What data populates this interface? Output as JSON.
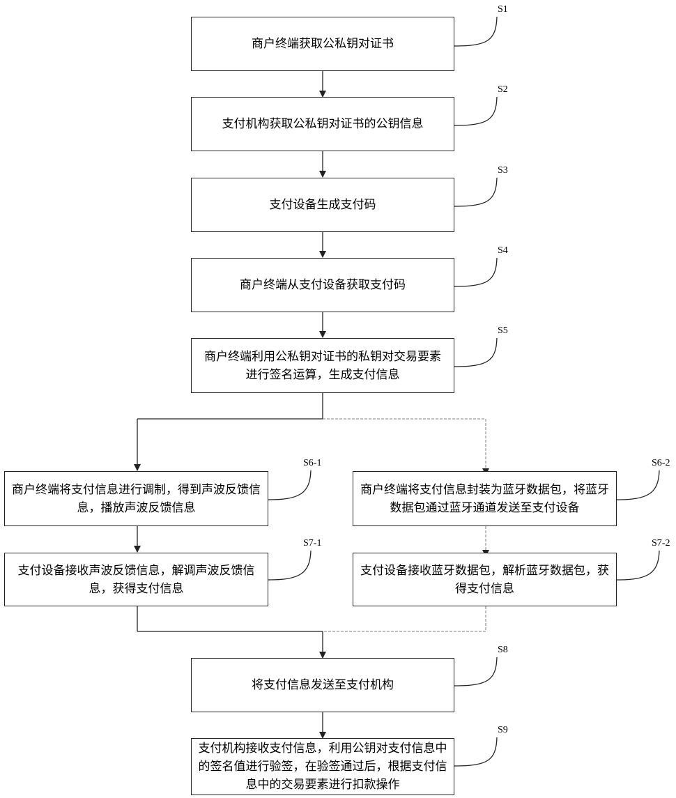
{
  "steps": [
    {
      "id": "S1",
      "text": "商户终端获取公私钥对证书"
    },
    {
      "id": "S2",
      "text": "支付机构获取公私钥对证书的公钥信息"
    },
    {
      "id": "S3",
      "text": "支付设备生成支付码"
    },
    {
      "id": "S4",
      "text": "商户终端从支付设备获取支付码"
    },
    {
      "id": "S5",
      "text": "商户终端利用公私钥对证书的私钥对交易要素进行签名运算，生成支付信息"
    },
    {
      "id": "S6-1",
      "text": "商户终端将支付信息进行调制，得到声波反馈信息，播放声波反馈信息"
    },
    {
      "id": "S6-2",
      "text": "商户终端将支付信息封装为蓝牙数据包，将蓝牙数据包通过蓝牙通道发送至支付设备"
    },
    {
      "id": "S7-1",
      "text": "支付设备接收声波反馈信息，解调声波反馈信息，获得支付信息"
    },
    {
      "id": "S7-2",
      "text": "支付设备接收蓝牙数据包，解析蓝牙数据包，获得支付信息"
    },
    {
      "id": "S8",
      "text": "将支付信息发送至支付机构"
    },
    {
      "id": "S9",
      "text": "支付机构接收支付信息，利用公钥对支付信息中的签名值进行验签，在验签通过后，根据支付信息中的交易要素进行扣款操作"
    }
  ],
  "colors": {
    "line": "#222222",
    "right_branch_line": "#9a9a9a"
  }
}
